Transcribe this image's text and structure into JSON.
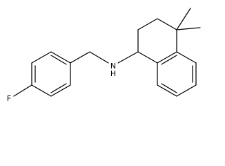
{
  "structure": {
    "atom_labels": {
      "amine": "N",
      "amine_h": "H",
      "fluorine": "F"
    }
  }
}
